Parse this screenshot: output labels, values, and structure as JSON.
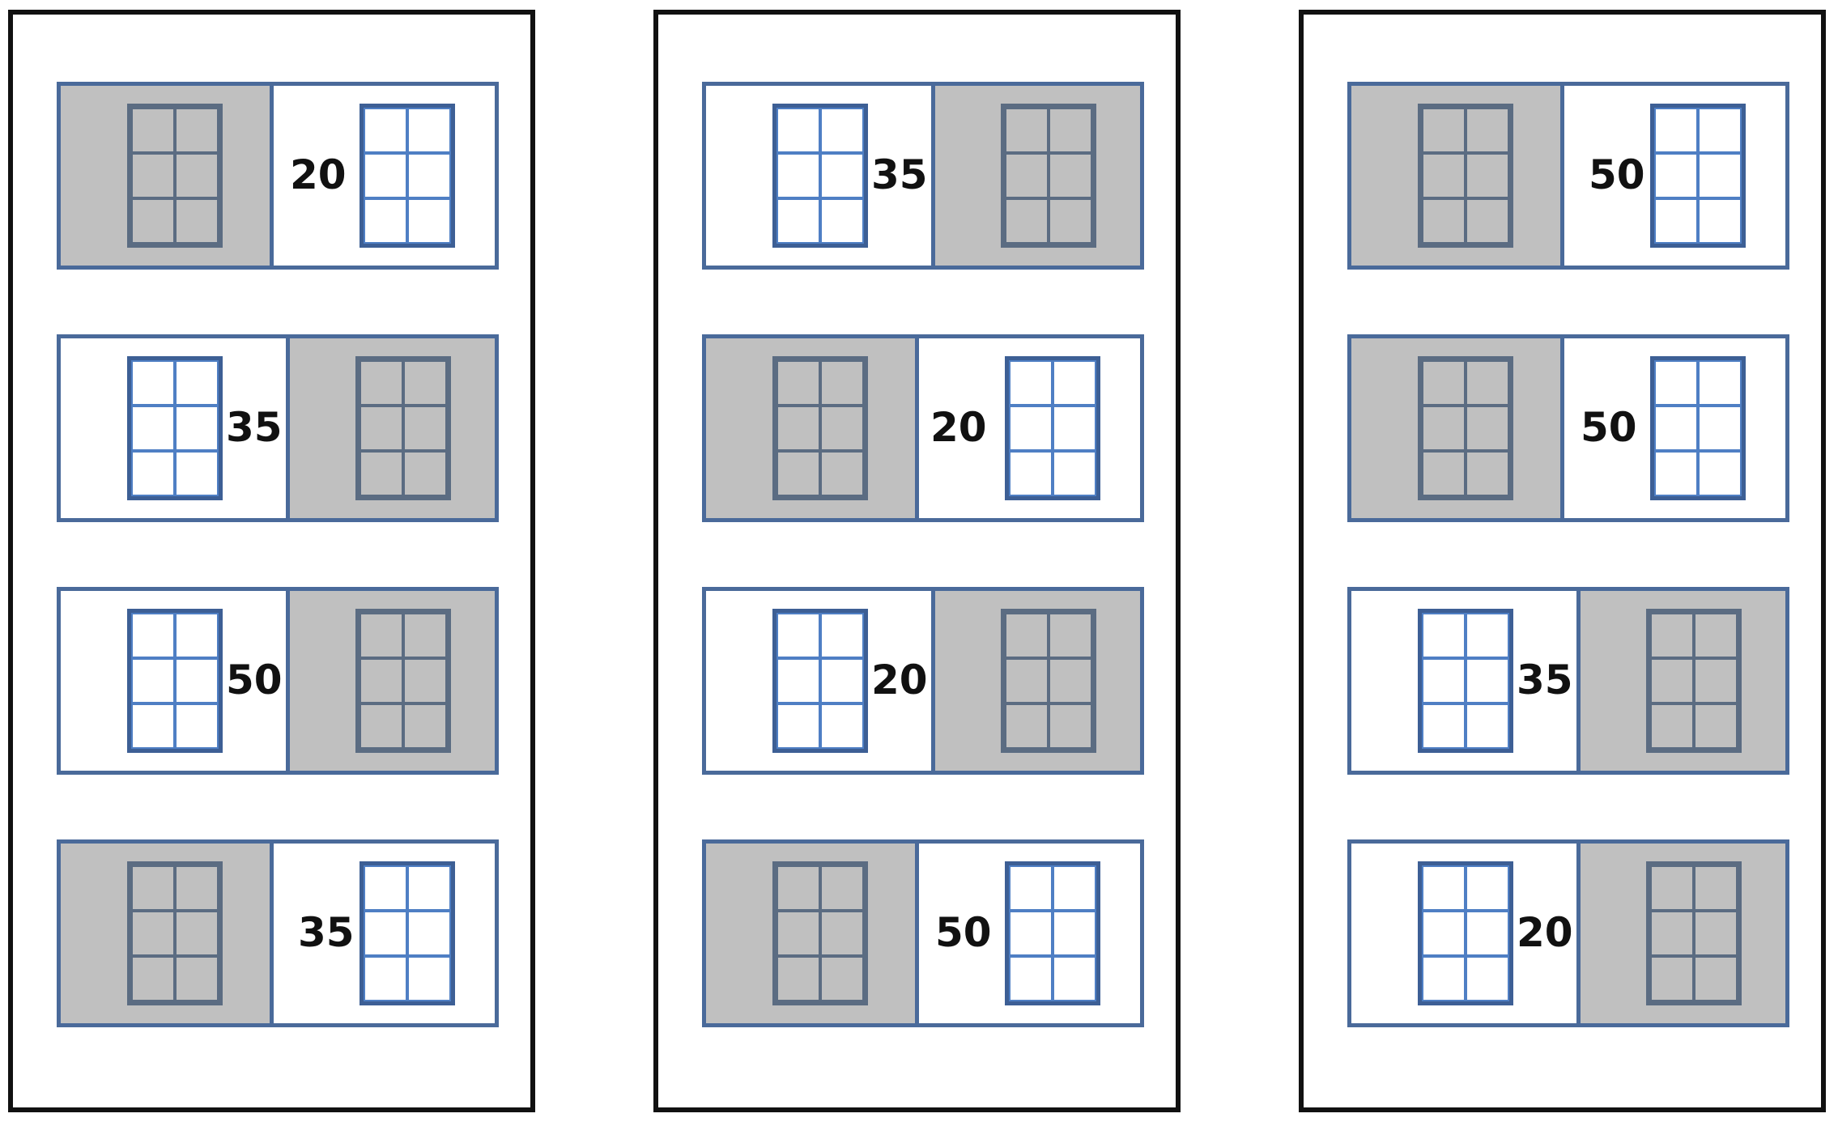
{
  "buildings": [
    {
      "floors": [
        {
          "lit_side": "right",
          "value": "20"
        },
        {
          "lit_side": "left",
          "value": "35"
        },
        {
          "lit_side": "left",
          "value": "50"
        },
        {
          "lit_side": "right",
          "value": "35"
        }
      ]
    },
    {
      "floors": [
        {
          "lit_side": "left",
          "value": "35"
        },
        {
          "lit_side": "right",
          "value": "20"
        },
        {
          "lit_side": "left",
          "value": "20"
        },
        {
          "lit_side": "right",
          "value": "50"
        }
      ]
    },
    {
      "floors": [
        {
          "lit_side": "right",
          "value": "50"
        },
        {
          "lit_side": "right",
          "value": "50"
        },
        {
          "lit_side": "left",
          "value": "35"
        },
        {
          "lit_side": "left",
          "value": "20"
        }
      ]
    }
  ],
  "colors": {
    "building_border": "#111111",
    "floor_border": "#4a6a9a",
    "dark_room": "#c0c0c0",
    "lit_room": "#ffffff",
    "lit_window_frame": "#3d5f95",
    "lit_window_mullion": "#4f7fc4",
    "dark_window_frame": "#5b6c82",
    "number_text": "#111111"
  }
}
